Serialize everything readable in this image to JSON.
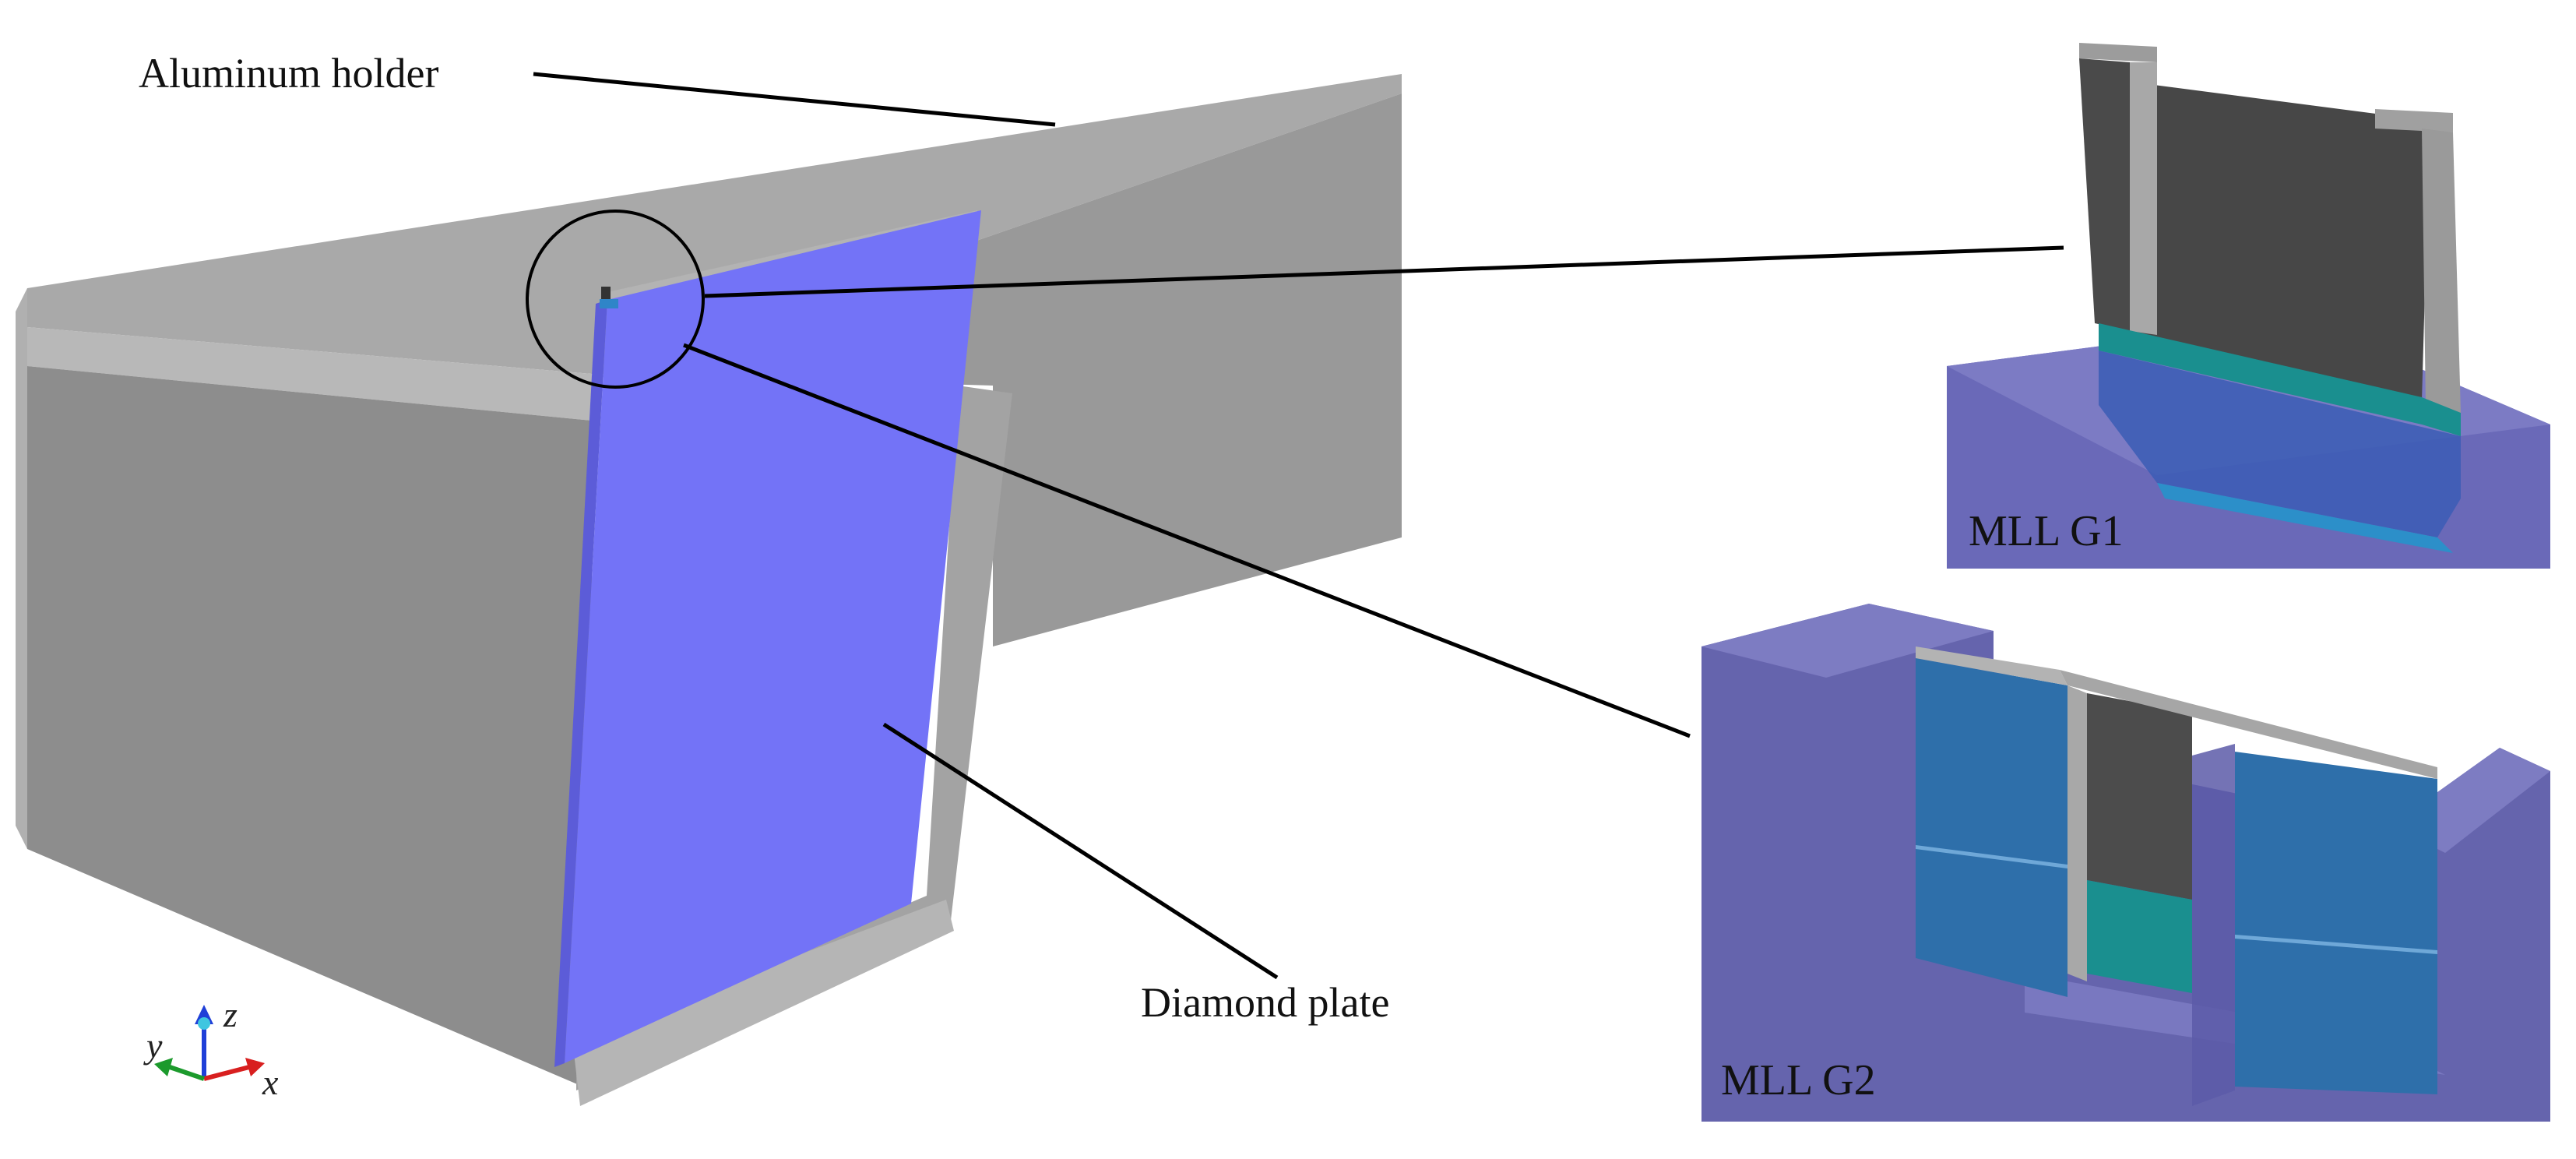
{
  "labels": {
    "aluminum_holder": "Aluminum holder",
    "diamond_plate": "Diamond plate",
    "mll_g1": "MLL G1",
    "mll_g2": "MLL G2"
  },
  "axes": {
    "x": "x",
    "y": "y",
    "z": "z"
  },
  "colors": {
    "holder_top": "#a8a8a8",
    "holder_front": "#8f8f8f",
    "holder_side": "#9b9b9b",
    "diamond_plate": "#7373f7",
    "inset_diamond": "#6a69b8",
    "mll_body": "#4a4a4a",
    "mll_layer": "#1a8f8f",
    "mll_side_blue": "#2e6faa",
    "leader_line": "#000000"
  }
}
